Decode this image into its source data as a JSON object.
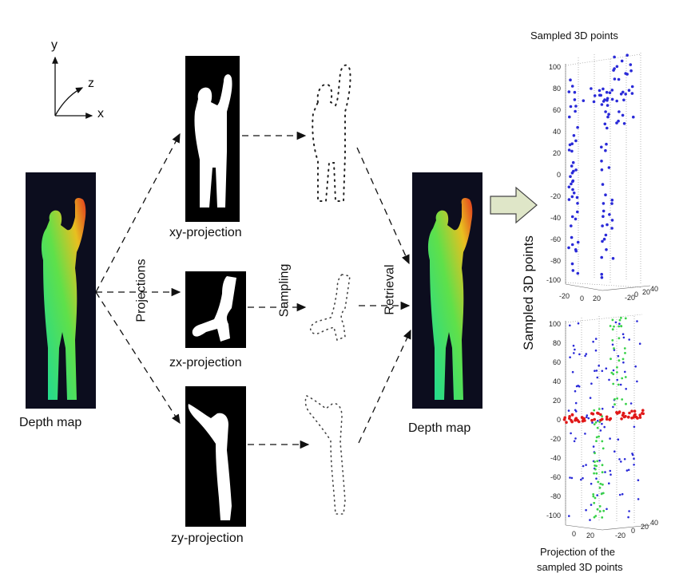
{
  "axes_legend": {
    "y": "y",
    "z": "z",
    "x": "x"
  },
  "labels": {
    "depth_map_left": "Depth map",
    "depth_map_right": "Depth map",
    "xy_projection": "xy-projection",
    "zx_projection": "zx-projection",
    "zy_projection": "zy-projection",
    "projections": "Projections",
    "sampling": "Sampling",
    "retrieval": "Retrieval",
    "sampled_3d_points_vertical": "Sampled 3D points",
    "sampled_3d_points_title": "Sampled 3D points",
    "projection_caption_line1": "Projection of the",
    "projection_caption_line2": "sampled 3D points"
  },
  "top_plot": {
    "y_ticks": [
      "100",
      "80",
      "60",
      "40",
      "20",
      "0",
      "-20",
      "-40",
      "-60",
      "-80",
      "-100"
    ],
    "x_ticks": [
      "-20",
      "0",
      "20"
    ],
    "z_ticks": [
      "-20",
      "0",
      "20",
      "40"
    ]
  },
  "bottom_plot": {
    "y_ticks": [
      "100",
      "80",
      "60",
      "40",
      "20",
      "0",
      "-20",
      "-40",
      "-60",
      "-80",
      "-100"
    ],
    "x_ticks": [
      "0",
      "20"
    ],
    "z_ticks": [
      "-20",
      "0",
      "20",
      "40"
    ]
  },
  "colors": {
    "blue_points": "#2a2ad8",
    "green_points": "#3ad24a",
    "red_points": "#e01818",
    "depth_low": "#22e07a",
    "depth_high": "#e23a1e",
    "arrow_fill": "#dfe6c8"
  }
}
